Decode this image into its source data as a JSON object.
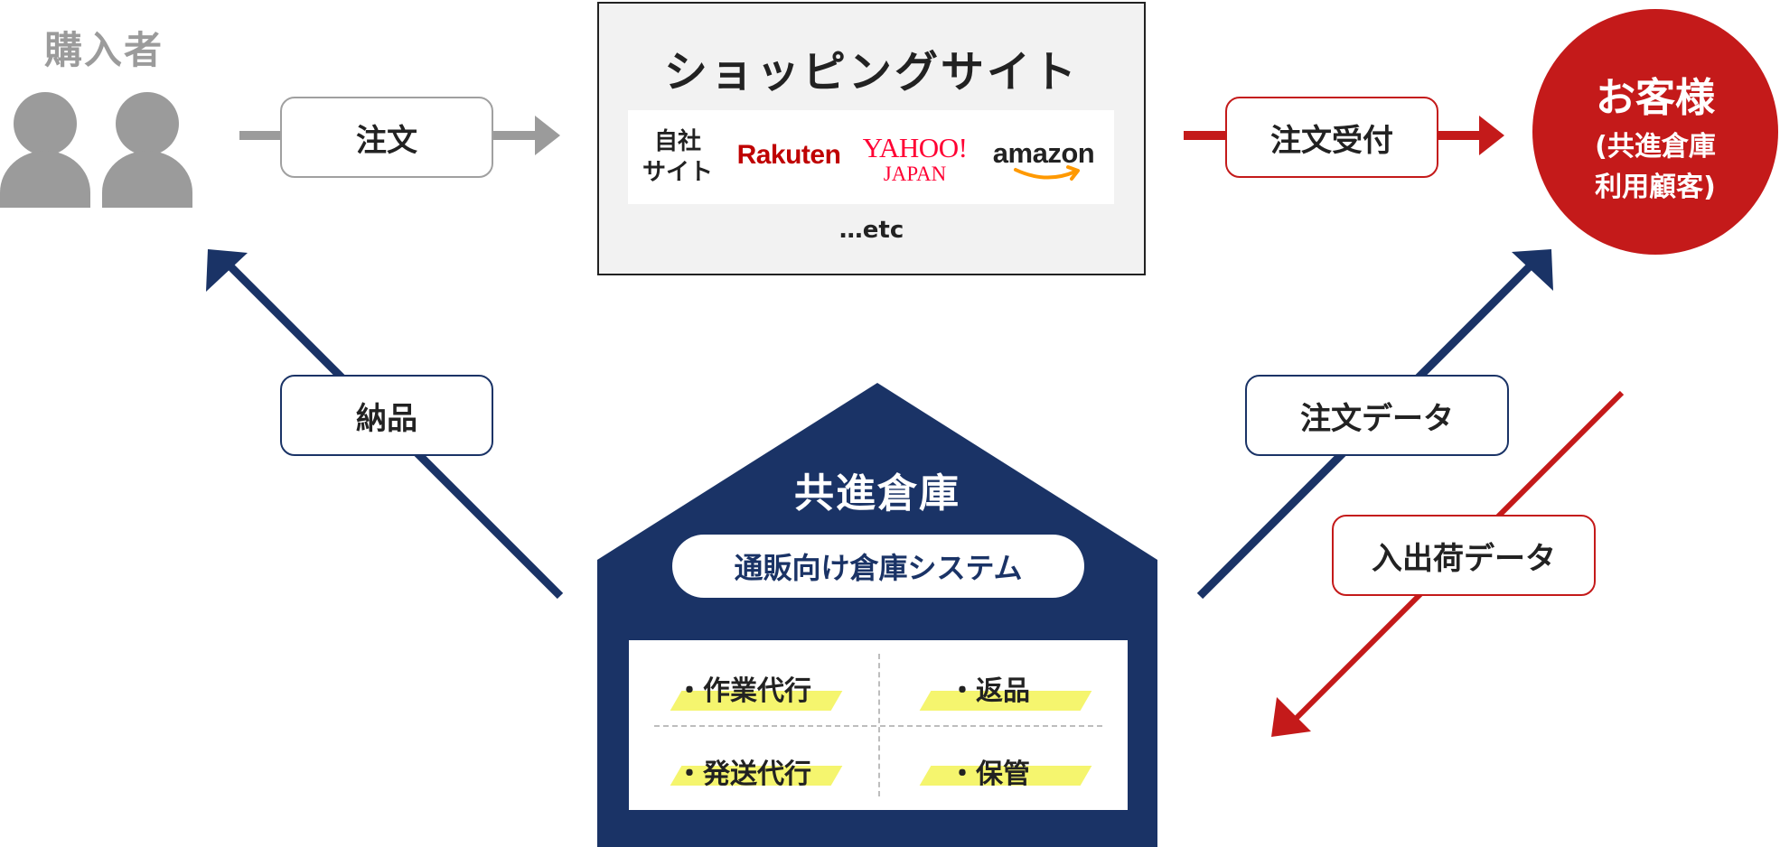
{
  "buyer": {
    "title": "購入者",
    "order_label": "注文"
  },
  "shopping_site": {
    "title": "ショッピングサイト",
    "logos": {
      "own_site_line1": "自社",
      "own_site_line2": "サイト",
      "rakuten": "Rakuten",
      "yahoo": "YAHOO!",
      "yahoo_sub": "JAPAN",
      "amazon": "amazon"
    },
    "etc": "…etc"
  },
  "customer": {
    "title": "お客様",
    "subtitle_line1": "(共進倉庫",
    "subtitle_line2": "利用顧客)"
  },
  "flows": {
    "order_received": "注文受付",
    "delivery": "納品",
    "order_data": "注文データ",
    "shipping_data": "入出荷データ"
  },
  "warehouse": {
    "title": "共進倉庫",
    "system": "通販向け倉庫システム",
    "services": [
      "・作業代行",
      "・返品",
      "・発送代行",
      "・保管"
    ]
  },
  "colors": {
    "gray": "#9b9b9b",
    "red": "#c41a1a",
    "navy": "#1a3366",
    "highlight": "#f5f56e",
    "panel": "#f2f2f2"
  }
}
